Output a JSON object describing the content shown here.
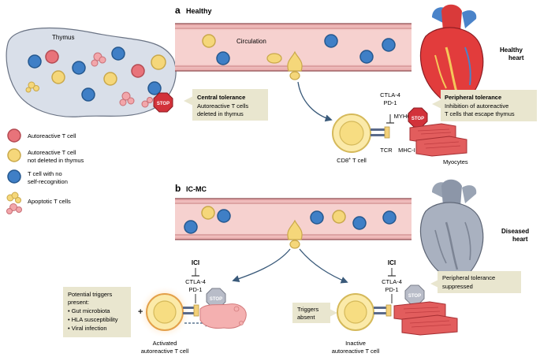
{
  "panel_a": {
    "letter": "a",
    "title": "Healthy",
    "thymus_label": "Thymus",
    "circulation_label": "Circulation",
    "stop_label": "STOP",
    "central_tolerance": {
      "title": "Central tolerance",
      "line1": "Autoreactive T cells",
      "line2": "deleted in thymus"
    },
    "peripheral_tolerance": {
      "title": "Peripheral tolerance",
      "line1": "Inhibition of autoreactive",
      "line2": "T cells that escape thymus"
    },
    "ctla4": "CTLA-4",
    "pd1": "PD-1",
    "myh6": "MYH6",
    "tcr": "TCR",
    "mhc": "MHC-I",
    "cd8_label": "CD8",
    "cd8_sup": "+",
    "cd8_suffix": " T cell",
    "myocytes": "Myocytes",
    "heart_label_1": "Healthy",
    "heart_label_2": "heart"
  },
  "legend": {
    "autoreactive": "Autoreactive T cell",
    "not_deleted_1": "Autoreactive T cell",
    "not_deleted_2": "not deleted in thymus",
    "no_self_1": "T cell with no",
    "no_self_2": "self-recognition",
    "apoptotic": "Apoptotic T cells",
    "colors": {
      "autoreactive": "#e8737a",
      "not_deleted": "#f5d77a",
      "no_self": "#3f7fc6",
      "apoptotic": "#f2a6aa"
    }
  },
  "panel_b": {
    "letter": "b",
    "title": "IC-MC",
    "heart_label_1": "Diseased",
    "heart_label_2": "heart",
    "ici": "ICI",
    "ctla4": "CTLA-4",
    "pd1": "PD-1",
    "stop_label": "STOP",
    "plus": "+",
    "triggers": {
      "title1": "Potential triggers",
      "title2": "present:",
      "item1": "• Gut microbiota",
      "item2": "• HLA susceptibility",
      "item3": "• Viral infection"
    },
    "activated_1": "Activated",
    "activated_2": "autoreactive T cell",
    "triggers_absent_1": "Triggers",
    "triggers_absent_2": "absent",
    "inactive_1": "Inactive",
    "inactive_2": "autoreactive T cell",
    "peripheral_suppressed_1": "Peripheral tolerance",
    "peripheral_suppressed_2": "suppressed"
  },
  "colors": {
    "vessel": "#f3c6c4",
    "vessel_stripe": "#e89f9f",
    "callout": "#e9e6cf",
    "stop_red": "#d2323a",
    "stop_grey": "#b8bcc8",
    "myocyte": "#e25d5d",
    "thymus": "#d7dde8",
    "arrow": "#3a5a7a"
  }
}
